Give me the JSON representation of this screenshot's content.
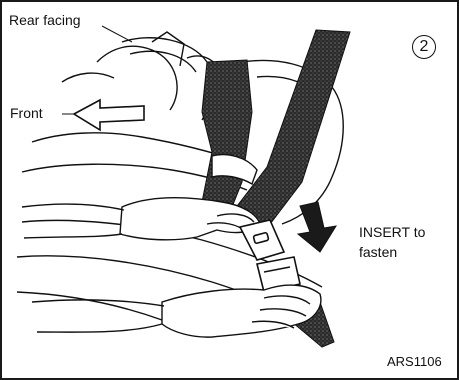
{
  "labels": {
    "rear_facing": "Rear facing",
    "front": "Front",
    "insert_line1": "INSERT to",
    "insert_line2": "fasten",
    "figure_code": "ARS1106"
  },
  "step": {
    "number": "2"
  },
  "icons": {
    "front_arrow": "arrow-left-outline-icon",
    "insert_arrow": "arrow-down-solid-icon"
  },
  "colors": {
    "ink": "#111111",
    "belt_webbing": "#2a2a2a",
    "background": "#ffffff"
  }
}
